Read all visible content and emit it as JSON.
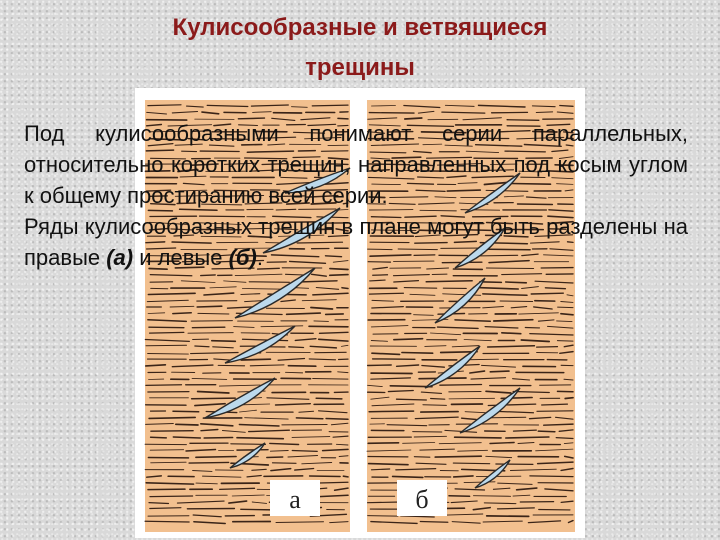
{
  "slide": {
    "title_line1": "Кулисообразные и ветвящиеся",
    "title_line2": "трещины",
    "paragraph1": "Под кулисообразными понимают серии параллельных, относительно коротких трещин, направленных под косым углом к общему простиранию всей серии.",
    "paragraph2_start": "Ряды кулисообразных трещин в плане могут быть разделены на правые ",
    "label_right": "(а)",
    "paragraph2_mid": " и левые ",
    "label_left": "(б)",
    "paragraph2_end": ".",
    "figure_label_a": "а",
    "figure_label_b": "б"
  },
  "colors": {
    "title": "#8b1a1a",
    "rock": "#f2c08f",
    "crack_fill": "#bcd9ec",
    "hatch": "#3a2418"
  }
}
